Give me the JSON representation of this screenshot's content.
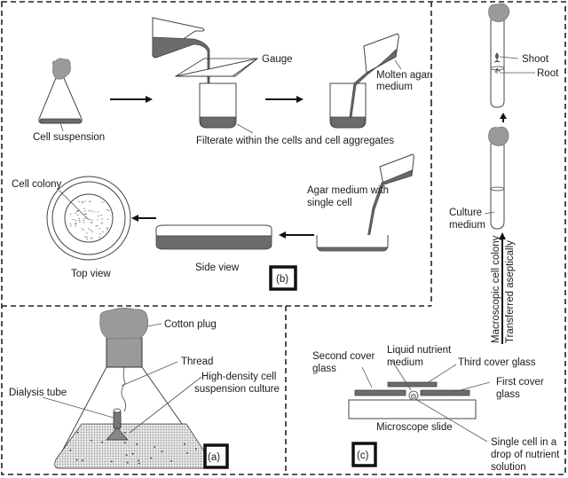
{
  "figure": {
    "panels": {
      "b": {
        "tag": "(b)",
        "labels": {
          "cell_suspension": "Cell suspension",
          "gauge": "Gauge",
          "filtrate": "Filterate within the cells and cell aggregates",
          "molten_agar_1": "Molten agar",
          "molten_agar_2": "medium",
          "agar_single_1": "Agar medium with",
          "agar_single_2": "single cell",
          "cell_colony": "Cell colony",
          "top_view": "Top view",
          "side_view": "Side view"
        }
      },
      "a": {
        "tag": "(a)",
        "labels": {
          "cotton_plug": "Cotton plug",
          "thread": "Thread",
          "high_density_1": "High-density cell",
          "high_density_2": "suspension culture",
          "dialysis_tube": "Dialysis tube"
        }
      },
      "c": {
        "tag": "(c)",
        "labels": {
          "second_cover_1": "Second cover",
          "second_cover_2": "glass",
          "liquid_nutrient_1": "Liquid nutrient",
          "liquid_nutrient_2": "medium",
          "third_cover": "Third cover glass",
          "first_cover_1": "First cover",
          "first_cover_2": "glass",
          "microscope_slide": "Microscope slide",
          "single_cell_1": "Single cell in a",
          "single_cell_2": "drop of nutrient",
          "single_cell_3": "solution"
        }
      },
      "right": {
        "labels": {
          "shoot": "Shoot",
          "root": "Root",
          "culture_1": "Culture",
          "culture_2": "medium",
          "vertical_1": "Macroscopic cell colony",
          "vertical_2": "Transferred  aseptically"
        }
      }
    }
  }
}
